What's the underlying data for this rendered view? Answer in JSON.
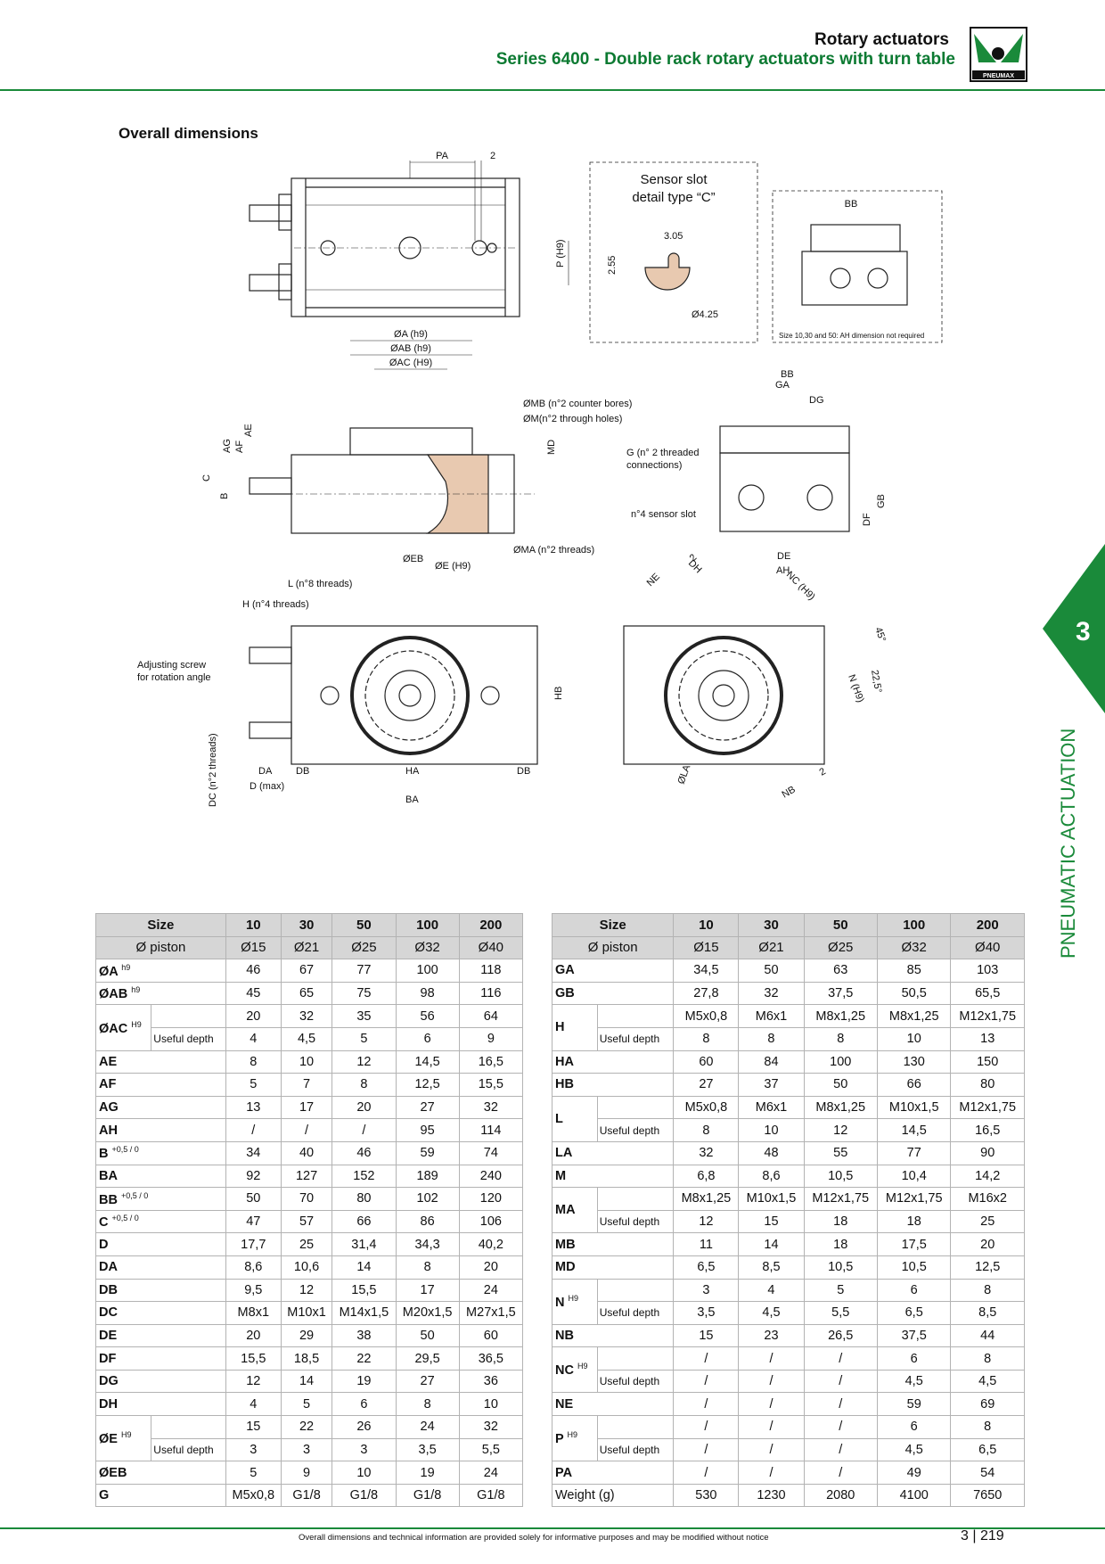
{
  "header": {
    "title": "Rotary actuators",
    "subtitle": "Series 6400 - Double rack rotary actuators with turn table",
    "logo_text": "PNEUMAX"
  },
  "section_title": "Overall dimensions",
  "drawing": {
    "sensor_box": {
      "line1": "Sensor slot",
      "line2": "detail type “C”",
      "w": "3.05",
      "h": "2.55",
      "dia": "Ø4.25"
    },
    "size_note": "Size 10,30 and 50: AH dimension not required",
    "labels": {
      "pa": "PA",
      "two": "2",
      "p_h9": "P (H9)",
      "bb": "BB",
      "ga": "GA",
      "dg": "DG",
      "oa": "ØA (h9)",
      "oab": "ØAB (h9)",
      "oac": "ØAC (H9)",
      "omb": "ØMB (n°2 counter bores)",
      "om": "ØM(n°2 through holes)",
      "md": "MD",
      "ag": "AG",
      "af": "AF",
      "ae": "AE",
      "c": "C",
      "b": "B",
      "oeb": "ØEB",
      "oe": "ØE (H9)",
      "oma": "ØMA (n°2 threads)",
      "g1": "G (n° 2 threaded",
      "g2": "connections)",
      "sensor": "n°4 sensor slot",
      "df": "DF",
      "gb": "GB",
      "dh": "DH",
      "de": "DE",
      "ah": "AH",
      "l": "L (n°8 threads)",
      "hth": "H (n°4 threads)",
      "adj1": "Adjusting screw",
      "adj2": "for rotation angle",
      "hb": "HB",
      "dc": "DC (n°2 threads)",
      "da": "DA",
      "db": "DB",
      "ha": "HA",
      "dmax": "D (max)",
      "ba": "BA",
      "ne": "NE",
      "nc": "NC (H9)",
      "n": "N (H9)",
      "a45": "45°",
      "a225": "22,5°",
      "la": "ØLA",
      "nb": "NB"
    }
  },
  "side_tab": {
    "number": "3",
    "label": "PNEUMATIC ACTUATION"
  },
  "table_left": {
    "header": [
      "Size",
      "10",
      "30",
      "50",
      "100",
      "200"
    ],
    "piston": [
      "Ø piston",
      "Ø15",
      "Ø21",
      "Ø25",
      "Ø32",
      "Ø40"
    ],
    "rows": [
      {
        "label": "ØA",
        "sup": "h9",
        "values": [
          "46",
          "67",
          "77",
          "100",
          "118"
        ]
      },
      {
        "label": "ØAB",
        "sup": "h9",
        "values": [
          "45",
          "65",
          "75",
          "98",
          "116"
        ]
      },
      {
        "label": "ØAC",
        "sup": "H9",
        "values": [
          "20",
          "32",
          "35",
          "56",
          "64"
        ],
        "sub": "Useful depth",
        "sub_values": [
          "4",
          "4,5",
          "5",
          "6",
          "9"
        ]
      },
      {
        "label": "AE",
        "values": [
          "8",
          "10",
          "12",
          "14,5",
          "16,5"
        ]
      },
      {
        "label": "AF",
        "values": [
          "5",
          "7",
          "8",
          "12,5",
          "15,5"
        ]
      },
      {
        "label": "AG",
        "values": [
          "13",
          "17",
          "20",
          "27",
          "32"
        ]
      },
      {
        "label": "AH",
        "values": [
          "/",
          "/",
          "/",
          "95",
          "114"
        ]
      },
      {
        "label": "B",
        "sup": "+0,5 / 0",
        "values": [
          "34",
          "40",
          "46",
          "59",
          "74"
        ]
      },
      {
        "label": "BA",
        "values": [
          "92",
          "127",
          "152",
          "189",
          "240"
        ]
      },
      {
        "label": "BB",
        "sup": "+0,5 / 0",
        "values": [
          "50",
          "70",
          "80",
          "102",
          "120"
        ]
      },
      {
        "label": "C",
        "sup": "+0,5 / 0",
        "values": [
          "47",
          "57",
          "66",
          "86",
          "106"
        ]
      },
      {
        "label": "D",
        "values": [
          "17,7",
          "25",
          "31,4",
          "34,3",
          "40,2"
        ]
      },
      {
        "label": "DA",
        "values": [
          "8,6",
          "10,6",
          "14",
          "8",
          "20"
        ]
      },
      {
        "label": "DB",
        "values": [
          "9,5",
          "12",
          "15,5",
          "17",
          "24"
        ]
      },
      {
        "label": "DC",
        "values": [
          "M8x1",
          "M10x1",
          "M14x1,5",
          "M20x1,5",
          "M27x1,5"
        ]
      },
      {
        "label": "DE",
        "values": [
          "20",
          "29",
          "38",
          "50",
          "60"
        ]
      },
      {
        "label": "DF",
        "values": [
          "15,5",
          "18,5",
          "22",
          "29,5",
          "36,5"
        ]
      },
      {
        "label": "DG",
        "values": [
          "12",
          "14",
          "19",
          "27",
          "36"
        ]
      },
      {
        "label": "DH",
        "values": [
          "4",
          "5",
          "6",
          "8",
          "10"
        ]
      },
      {
        "label": "ØE",
        "sup": "H9",
        "values": [
          "15",
          "22",
          "26",
          "24",
          "32"
        ],
        "sub": "Useful depth",
        "sub_values": [
          "3",
          "3",
          "3",
          "3,5",
          "5,5"
        ]
      },
      {
        "label": "ØEB",
        "values": [
          "5",
          "9",
          "10",
          "19",
          "24"
        ]
      },
      {
        "label": "G",
        "values": [
          "M5x0,8",
          "G1/8",
          "G1/8",
          "G1/8",
          "G1/8"
        ]
      }
    ]
  },
  "table_right": {
    "header": [
      "Size",
      "10",
      "30",
      "50",
      "100",
      "200"
    ],
    "piston": [
      "Ø piston",
      "Ø15",
      "Ø21",
      "Ø25",
      "Ø32",
      "Ø40"
    ],
    "rows": [
      {
        "label": "GA",
        "values": [
          "34,5",
          "50",
          "63",
          "85",
          "103"
        ]
      },
      {
        "label": "GB",
        "values": [
          "27,8",
          "32",
          "37,5",
          "50,5",
          "65,5"
        ]
      },
      {
        "label": "H",
        "values": [
          "M5x0,8",
          "M6x1",
          "M8x1,25",
          "M8x1,25",
          "M12x1,75"
        ],
        "sub": "Useful depth",
        "sub_values": [
          "8",
          "8",
          "8",
          "10",
          "13"
        ]
      },
      {
        "label": "HA",
        "values": [
          "60",
          "84",
          "100",
          "130",
          "150"
        ]
      },
      {
        "label": "HB",
        "values": [
          "27",
          "37",
          "50",
          "66",
          "80"
        ]
      },
      {
        "label": "L",
        "values": [
          "M5x0,8",
          "M6x1",
          "M8x1,25",
          "M10x1,5",
          "M12x1,75"
        ],
        "sub": "Useful depth",
        "sub_values": [
          "8",
          "10",
          "12",
          "14,5",
          "16,5"
        ]
      },
      {
        "label": "LA",
        "values": [
          "32",
          "48",
          "55",
          "77",
          "90"
        ]
      },
      {
        "label": "M",
        "values": [
          "6,8",
          "8,6",
          "10,5",
          "10,4",
          "14,2"
        ]
      },
      {
        "label": "MA",
        "values": [
          "M8x1,25",
          "M10x1,5",
          "M12x1,75",
          "M12x1,75",
          "M16x2"
        ],
        "sub": "Useful depth",
        "sub_values": [
          "12",
          "15",
          "18",
          "18",
          "25"
        ]
      },
      {
        "label": "MB",
        "values": [
          "11",
          "14",
          "18",
          "17,5",
          "20"
        ]
      },
      {
        "label": "MD",
        "values": [
          "6,5",
          "8,5",
          "10,5",
          "10,5",
          "12,5"
        ]
      },
      {
        "label": "N",
        "sup": "H9",
        "values": [
          "3",
          "4",
          "5",
          "6",
          "8"
        ],
        "sub": "Useful depth",
        "sub_values": [
          "3,5",
          "4,5",
          "5,5",
          "6,5",
          "8,5"
        ]
      },
      {
        "label": "NB",
        "values": [
          "15",
          "23",
          "26,5",
          "37,5",
          "44"
        ]
      },
      {
        "label": "NC",
        "sup": "H9",
        "values": [
          "/",
          "/",
          "/",
          "6",
          "8"
        ],
        "sub": "Useful depth",
        "sub_values": [
          "/",
          "/",
          "/",
          "4,5",
          "4,5"
        ]
      },
      {
        "label": "NE",
        "values": [
          "/",
          "/",
          "/",
          "59",
          "69"
        ]
      },
      {
        "label": "P",
        "sup": "H9",
        "values": [
          "/",
          "/",
          "/",
          "6",
          "8"
        ],
        "sub": "Useful depth",
        "sub_values": [
          "/",
          "/",
          "/",
          "4,5",
          "6,5"
        ]
      },
      {
        "label": "PA",
        "values": [
          "/",
          "/",
          "/",
          "49",
          "54"
        ]
      },
      {
        "label": "Weight (g)",
        "plain": true,
        "values": [
          "530",
          "1230",
          "2080",
          "4100",
          "7650"
        ]
      }
    ]
  },
  "footer": {
    "note": "Overall dimensions and technical information are provided solely for informative purposes and may be modified without notice",
    "page": "3 | 219"
  },
  "colors": {
    "brand_green": "#1a8a3a",
    "header_grey": "#d6d6d6"
  }
}
